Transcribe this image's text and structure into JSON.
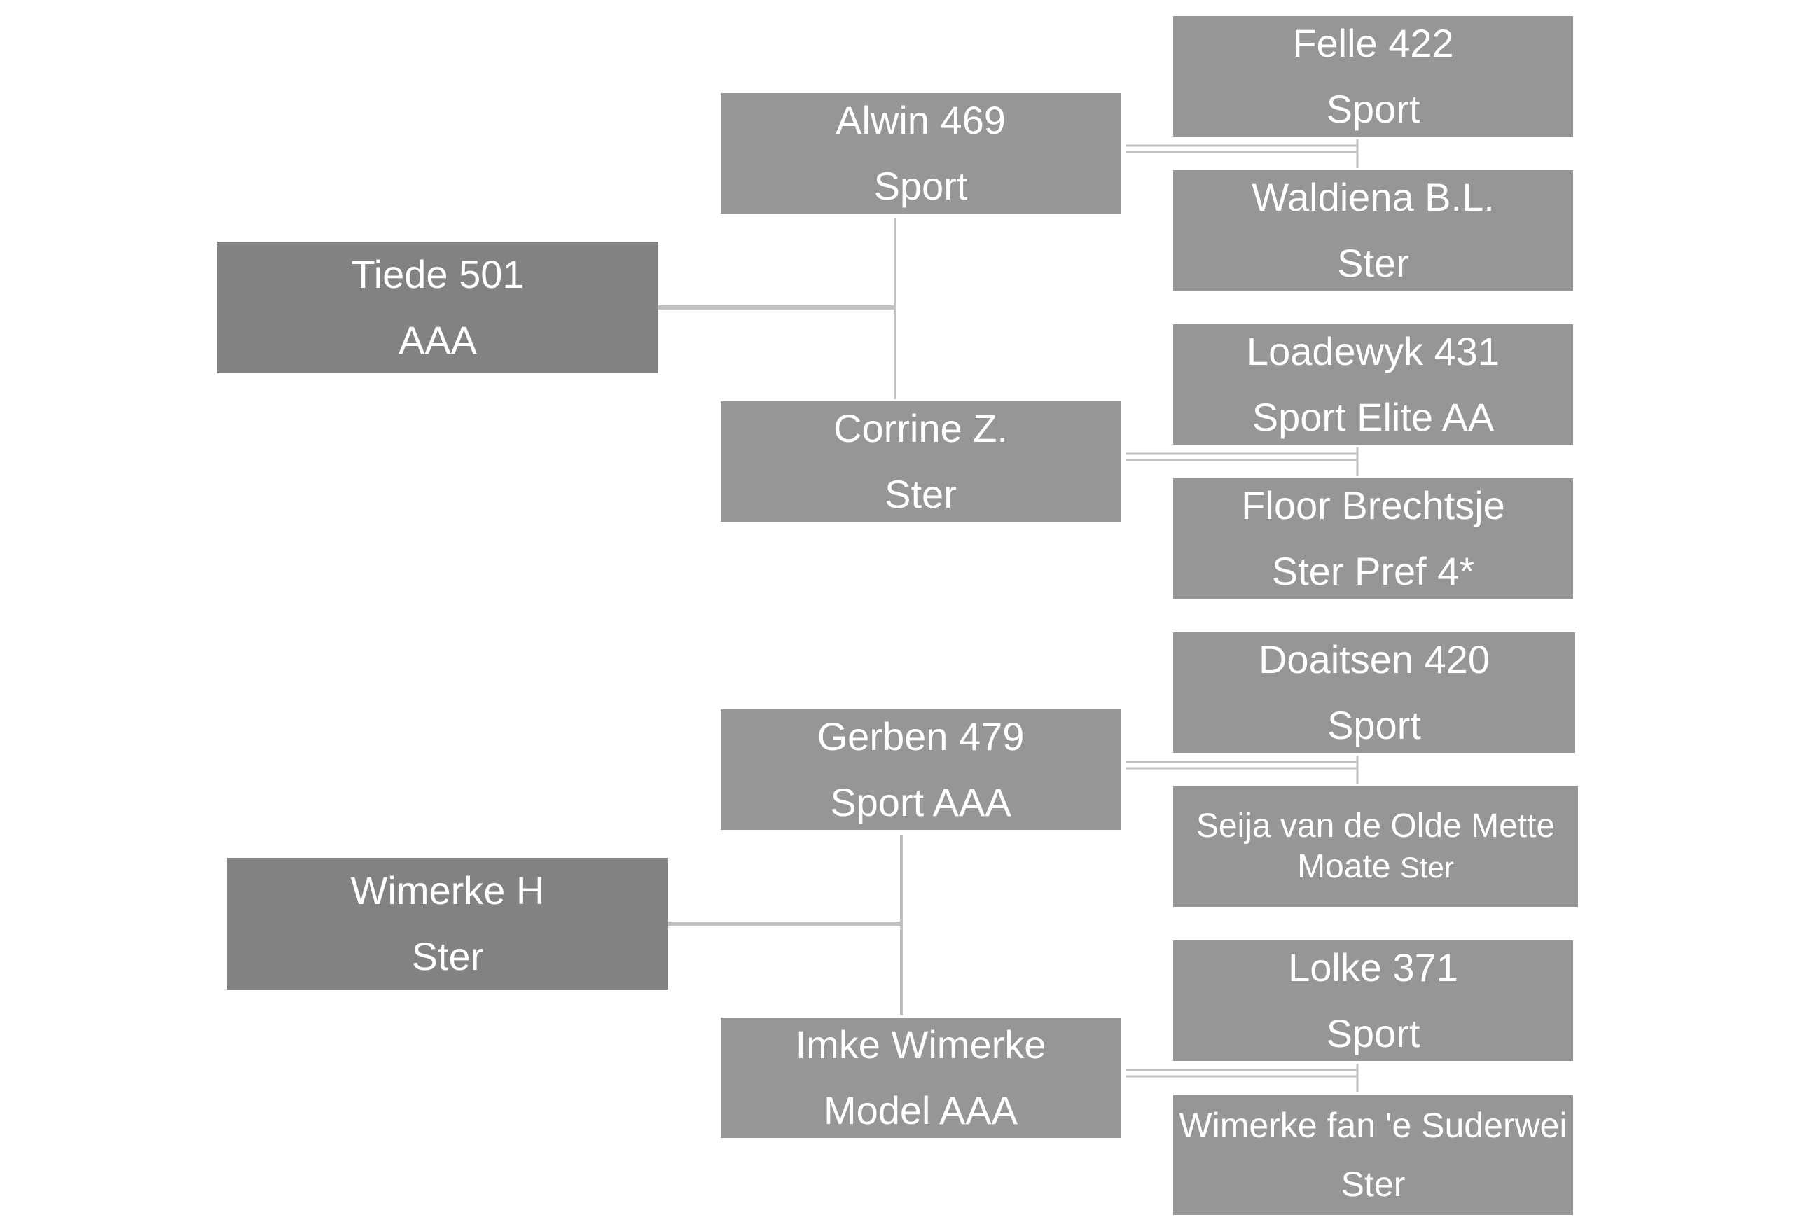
{
  "pedigree": {
    "sire": {
      "name": "Tiede 501",
      "predicate": "AAA",
      "sire": {
        "name": "Alwin 469",
        "predicate": "Sport",
        "sire": {
          "name": "Felle 422",
          "predicate": "Sport"
        },
        "dam": {
          "name": "Waldiena B.L.",
          "predicate": "Ster"
        }
      },
      "dam": {
        "name": "Corrine Z.",
        "predicate": "Ster",
        "sire": {
          "name": "Loadewyk 431",
          "predicate": "Sport Elite AA"
        },
        "dam": {
          "name": "Floor Brechtsje",
          "predicate": "Ster Pref 4*"
        }
      }
    },
    "dam": {
      "name": "Wimerke H",
      "predicate": "Ster",
      "sire": {
        "name": "Gerben 479",
        "predicate": "Sport AAA",
        "sire": {
          "name": "Doaitsen 420",
          "predicate": "Sport"
        },
        "dam": {
          "name": "Seija van de Olde Mette",
          "name_cont": "Moate",
          "predicate": "Ster"
        }
      },
      "dam": {
        "name": "Imke Wimerke",
        "predicate": "Model AAA",
        "sire": {
          "name": "Lolke 371",
          "predicate": "Sport"
        },
        "dam": {
          "name": "Wimerke fan 'e Suderwei",
          "predicate": "Ster"
        }
      }
    }
  },
  "colors": {
    "generation_0_box": "#828282",
    "generation_1_2_box": "#969696",
    "connector": "#c0c0c0",
    "text": "#ffffff",
    "background": "#ffffff"
  }
}
